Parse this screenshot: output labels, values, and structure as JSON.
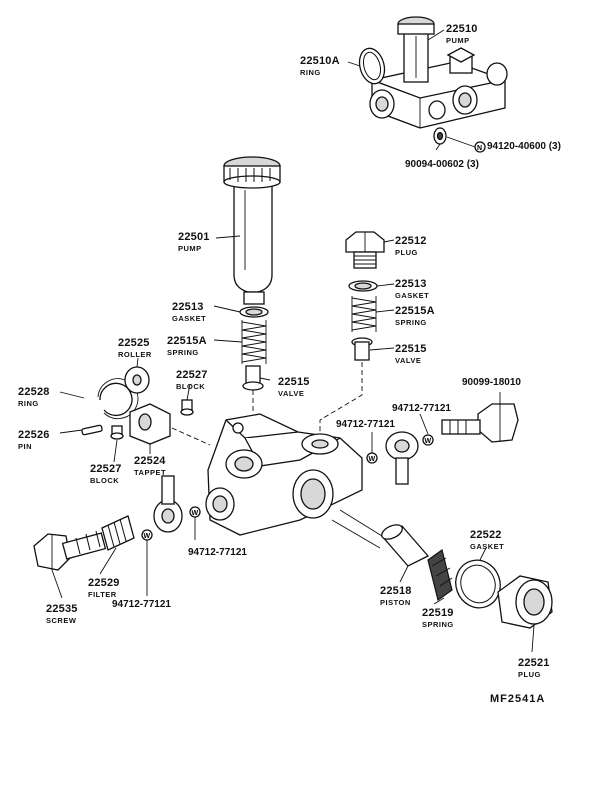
{
  "diagram_code": "MF2541A",
  "washer_mark": "W",
  "n_mark": "N",
  "parts": {
    "p22510": {
      "number": "22510",
      "name": "PUMP"
    },
    "p22510A": {
      "number": "22510A",
      "name": "RING"
    },
    "p94120": {
      "number": "94120-40600 (3)"
    },
    "p90094": {
      "number": "90094-00602 (3)"
    },
    "p22501": {
      "number": "22501",
      "name": "PUMP"
    },
    "p22512": {
      "number": "22512",
      "name": "PLUG"
    },
    "p22513a": {
      "number": "22513",
      "name": "GASKET"
    },
    "p22513b": {
      "number": "22513",
      "name": "GASKET"
    },
    "p22515Aa": {
      "number": "22515A",
      "name": "SPRING"
    },
    "p22515Ab": {
      "number": "22515A",
      "name": "SPRING"
    },
    "p22515a": {
      "number": "22515",
      "name": "VALVE"
    },
    "p22515b": {
      "number": "22515",
      "name": "VALVE"
    },
    "p22525": {
      "number": "22525",
      "name": "ROLLER"
    },
    "p22527a": {
      "number": "22527",
      "name": "BLOCK"
    },
    "p22527b": {
      "number": "22527",
      "name": "BLOCK"
    },
    "p22528": {
      "number": "22528",
      "name": "RING"
    },
    "p22526": {
      "number": "22526",
      "name": "PIN"
    },
    "p22524": {
      "number": "22524",
      "name": "TAPPET"
    },
    "p90099": {
      "number": "90099-18010"
    },
    "p94712a": {
      "number": "94712-77121"
    },
    "p94712b": {
      "number": "94712-77121"
    },
    "p94712c": {
      "number": "94712-77121"
    },
    "p94712d": {
      "number": "94712-77121"
    },
    "p22522": {
      "number": "22522",
      "name": "GASKET"
    },
    "p22529": {
      "number": "22529",
      "name": "FILTER"
    },
    "p22535": {
      "number": "22535",
      "name": "SCREW"
    },
    "p22518": {
      "number": "22518",
      "name": "PISTON"
    },
    "p22519": {
      "number": "22519",
      "name": "SPRING"
    },
    "p22521": {
      "number": "22521",
      "name": "PLUG"
    }
  }
}
